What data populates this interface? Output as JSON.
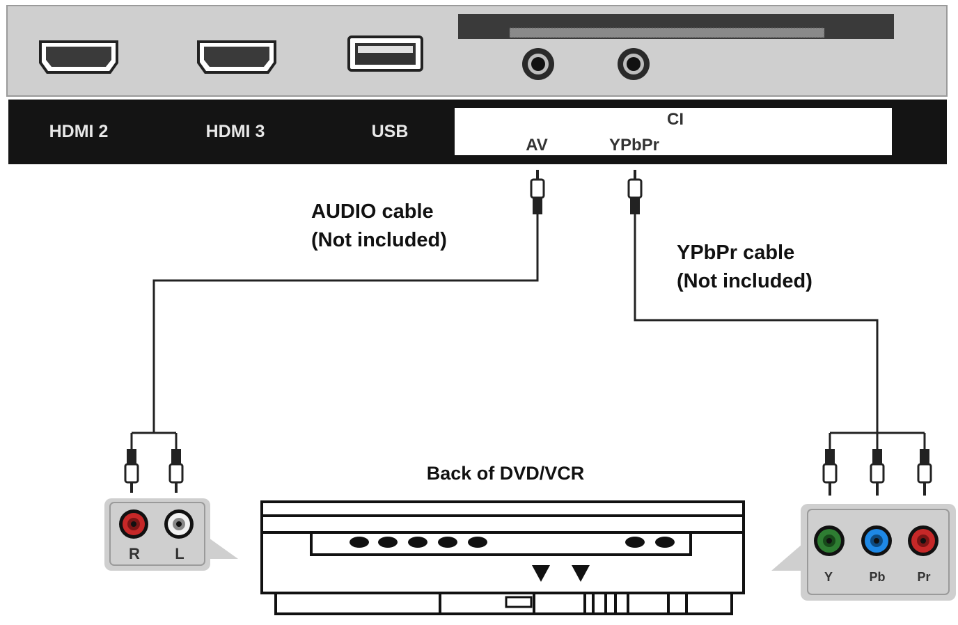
{
  "panel": {
    "ports": {
      "hdmi2": "HDMI 2",
      "hdmi3": "HDMI 3",
      "usb": "USB",
      "ci": "CI",
      "av": "AV",
      "ypbpr": "YPbPr"
    }
  },
  "cables": {
    "audio": {
      "line1": "AUDIO cable",
      "line2": "(Not included)"
    },
    "ypbpr": {
      "line1": "YPbPr cable",
      "line2": "(Not included)"
    }
  },
  "device": {
    "title": "Back of DVD/VCR"
  },
  "audio_jacks": {
    "r": "R",
    "l": "L"
  },
  "component_jacks": {
    "y": "Y",
    "pb": "Pb",
    "pr": "Pr"
  },
  "colors": {
    "panel_gray": "#cfcfcf",
    "label_bar": "#141414",
    "jack_red": "#c62828",
    "jack_white": "#f2f2f2",
    "jack_green": "#2e7d32",
    "jack_blue": "#1e88e5"
  }
}
